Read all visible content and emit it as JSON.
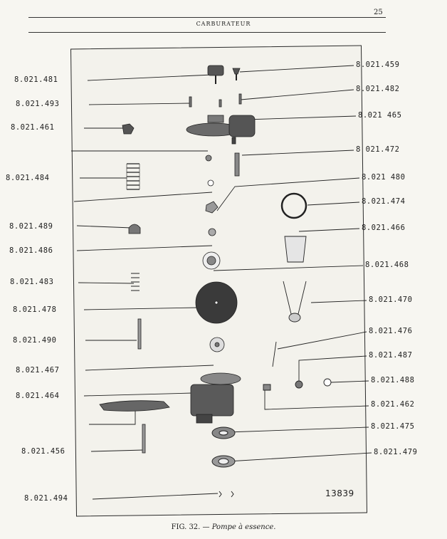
{
  "header": {
    "title": "CARBURATEUR",
    "page_number": "25"
  },
  "figure": {
    "number_label": "13839",
    "caption_prefix": "FIG. 32. —",
    "caption_title": "Pompe à essence.",
    "left_labels": [
      "8.021.481",
      "8.021.493",
      "8.021.461",
      "8.021.484",
      "8.021.489",
      "8.021.486",
      "8.021.483",
      "8.021.478",
      "8.021.490",
      "8.021.467",
      "8.021.464",
      "8.021.456",
      "8.021.494"
    ],
    "right_labels": [
      "8.021.459",
      "8.021.482",
      "8.021 465",
      "8 021.472",
      "8.021 480",
      "8.021.474",
      "8.021.466",
      "8.021.468",
      "8.021.470",
      "8.021.476",
      "8.021.487",
      "8.021.488",
      "8.021.462",
      "8.021.475",
      "8.021.479"
    ]
  }
}
